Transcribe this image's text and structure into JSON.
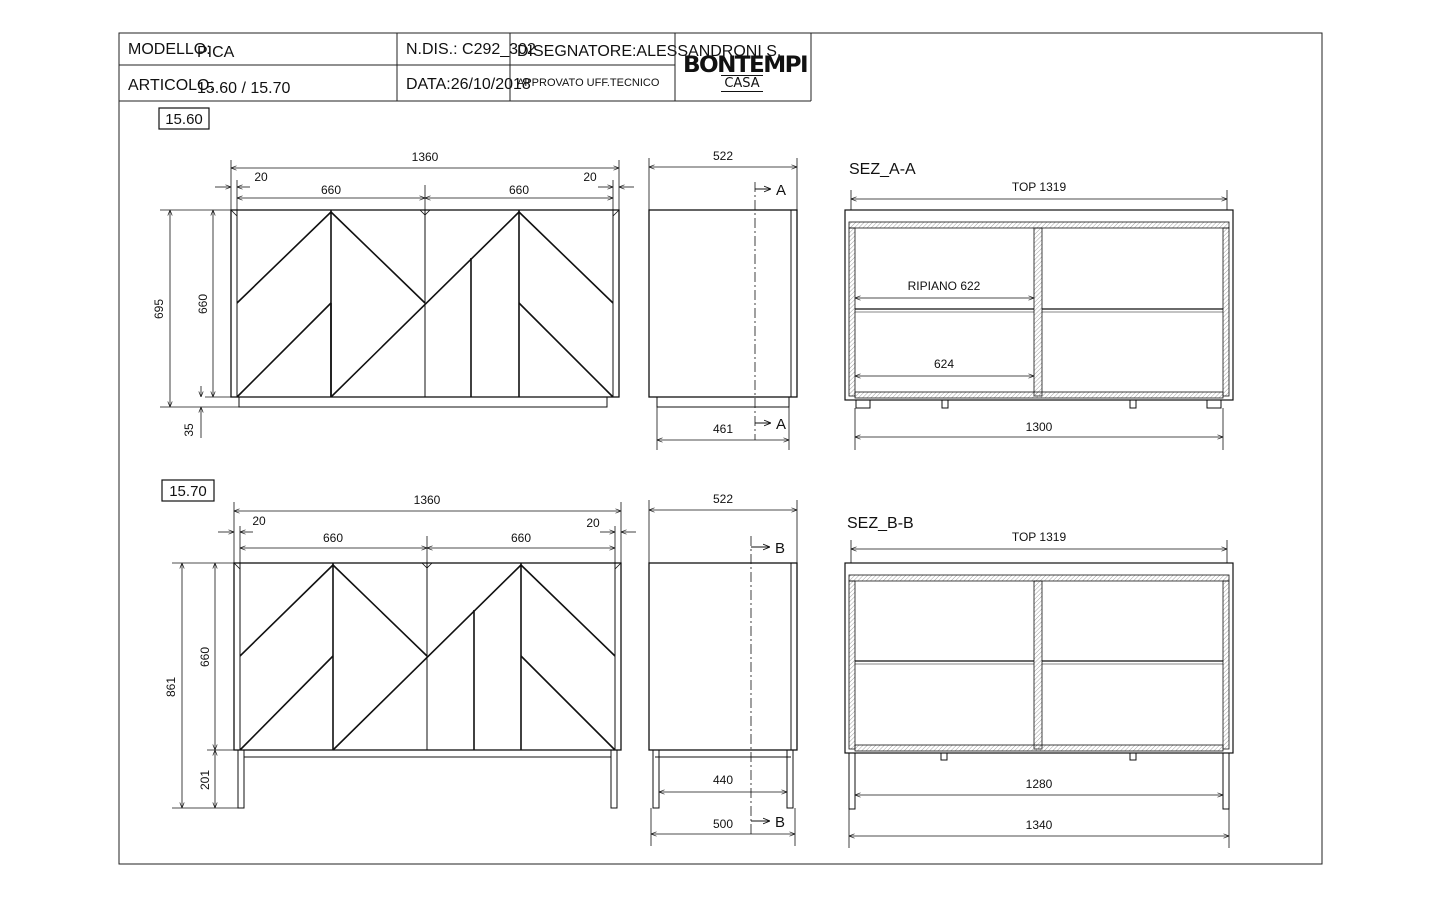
{
  "title_block": {
    "modello_label": "MODELLO:",
    "modello_value": "PICA",
    "articolo_label": "ARTICOLO:",
    "articolo_value": "15.60 / 15.70",
    "ndis": "N.DIS.: C292_302",
    "data": "DATA:26/10/2018",
    "disegnatore": "DISEGNATORE:ALESSANDRONI S.",
    "approvato": "APPROVATO UFF.TECNICO",
    "logo_main": "BONTEMPI",
    "logo_sub": "CASA"
  },
  "views": {
    "v1560": {
      "code": "15.60",
      "front": {
        "total": "1360",
        "side_left": "20",
        "door_left": "660",
        "door_right": "660",
        "side_right": "20",
        "height": "695",
        "door_height": "660",
        "plinth": "35"
      },
      "side": {
        "depth": "522",
        "inner": "461",
        "section_mark": "A"
      },
      "section": {
        "title": "SEZ_A-A",
        "top": "TOP 1319",
        "shelf": "RIPIANO 622",
        "inner": "624",
        "base": "1300"
      }
    },
    "v1570": {
      "code": "15.70",
      "front": {
        "total": "1360",
        "side_left": "20",
        "door_left": "660",
        "door_right": "660",
        "side_right": "20",
        "height": "861",
        "door_height": "660",
        "legs": "201"
      },
      "side": {
        "depth": "522",
        "legs_depth": "440",
        "base_depth": "500",
        "section_mark": "B"
      },
      "section": {
        "title": "SEZ_B-B",
        "top": "TOP 1319",
        "inner": "1280",
        "base": "1340"
      }
    }
  }
}
